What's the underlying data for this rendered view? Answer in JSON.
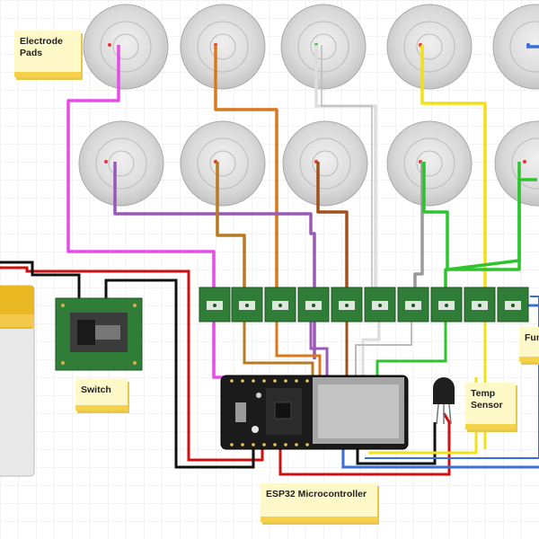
{
  "labels": {
    "electrode_pads": "Electrode Pads",
    "switch": "Switch",
    "esp32": "ESP32 Microcontroller",
    "temp_sensor": "Temp Sensor",
    "fun": "Fun"
  },
  "colors": {
    "grid": "#e7e7e7",
    "board_green": "#2f7d36",
    "pad_gray": "#d8d8d8",
    "wire_pink": "#e64ce6",
    "wire_orange": "#d9781e",
    "wire_brown": "#a0521a",
    "wire_white": "#cccccc",
    "wire_yellow": "#f2e01a",
    "wire_gray": "#9a9a9a",
    "wire_green": "#2ec42e",
    "wire_purple": "#9b59b6",
    "wire_red": "#d01010",
    "wire_black": "#111111",
    "wire_blue": "#3a6fd8",
    "note_yellow": "#fff8c8"
  }
}
